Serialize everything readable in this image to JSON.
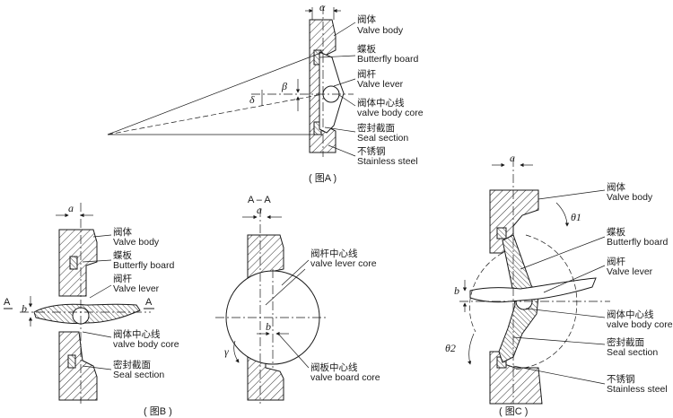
{
  "figure_a": {
    "caption": "( 图A )",
    "sym_alpha": "α",
    "sym_beta": "β",
    "sym_delta": "δ",
    "labels": [
      {
        "cn": "阀体",
        "en": "Valve body"
      },
      {
        "cn": "蝶板",
        "en": "Butterfly board"
      },
      {
        "cn": "阀杆",
        "en": "Valve lever"
      },
      {
        "cn": "阀体中心线",
        "en": "valve body core"
      },
      {
        "cn": "密封截面",
        "en": "Seal section"
      },
      {
        "cn": "不锈钢",
        "en": "Stainless steel"
      }
    ]
  },
  "figure_b": {
    "caption": "( 图B )",
    "sym_a": "a",
    "sym_b": "b",
    "section_mark": "A",
    "labels": [
      {
        "cn": "阀体",
        "en": "Valve body"
      },
      {
        "cn": "蝶板",
        "en": "Butterfly board"
      },
      {
        "cn": "阀杆",
        "en": "Valve lever"
      },
      {
        "cn": "阀体中心线",
        "en": "valve body core"
      },
      {
        "cn": "密封截面",
        "en": "Seal section"
      }
    ]
  },
  "figure_aa": {
    "title": "A – A",
    "sym_a": "a",
    "sym_b": "b",
    "sym_gamma": "γ",
    "labels": [
      {
        "cn": "阀杆中心线",
        "en": "valve lever core"
      },
      {
        "cn": "阀板中心线",
        "en": "valve board core"
      }
    ]
  },
  "figure_c": {
    "caption": "( 图C )",
    "sym_a": "a",
    "sym_b": "b",
    "sym_theta1": "θ1",
    "sym_theta2": "θ2",
    "labels": [
      {
        "cn": "阀体",
        "en": "Valve body"
      },
      {
        "cn": "蝶板",
        "en": "Butterfly board"
      },
      {
        "cn": "阀杆",
        "en": "Valve lever"
      },
      {
        "cn": "阀体中心线",
        "en": "valve body core"
      },
      {
        "cn": "密封截面",
        "en": "Seal section"
      },
      {
        "cn": "不锈钢",
        "en": "Stainless steel"
      }
    ]
  }
}
